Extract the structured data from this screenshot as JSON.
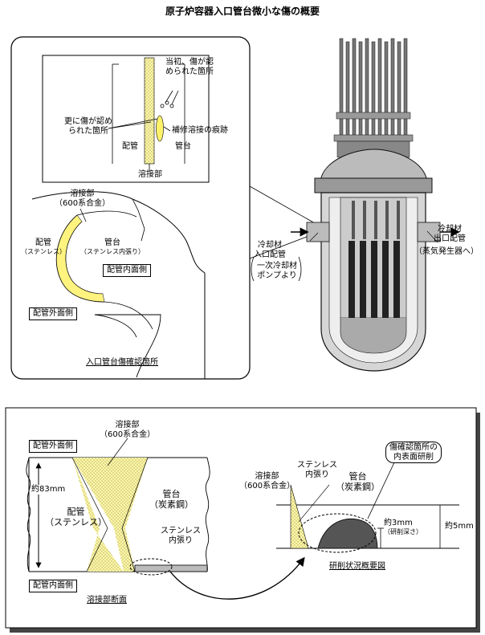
{
  "title": "原子炉容器入口管台微小な傷の概要",
  "top_panel": {
    "inset": {
      "first_crack_label": [
        "当初、傷が認",
        "められた箇所"
      ],
      "more_crack_label": [
        "更に傷が認め",
        "られた箇所"
      ],
      "repair_weld_label": "補修溶接の痕跡",
      "pipe_label": "配管",
      "nozzle_label": "管台",
      "weld_label": "溶接部"
    },
    "weld_label": [
      "溶接部",
      "（600系合金）"
    ],
    "pipe_label": [
      "配管",
      "（ステンレス）"
    ],
    "nozzle_label": [
      "管台",
      "（ステンレス内張り）"
    ],
    "pipe_inner_label": "配管内面側",
    "pipe_outer_label": "配管外面側",
    "caption": "入口管台傷確認箇所"
  },
  "vessel": {
    "inlet_label": [
      "冷却材",
      "入口配管"
    ],
    "inlet_sub": [
      "一次冷却材",
      "ポンプより"
    ],
    "outlet_label": [
      "冷却材",
      "出口配管"
    ],
    "outlet_sub": "（蒸気発生器へ）"
  },
  "bottom_panel": {
    "outer_side_label": "配管外面側",
    "inner_side_label": "配管内面側",
    "weld_label": [
      "溶接部",
      "（600系合金）"
    ],
    "thickness_label": "約83mm",
    "pipe_label": [
      "配管",
      "（ステンレス）"
    ],
    "nozzle_label": [
      "管台",
      "（炭素鋼）"
    ],
    "liner_label": [
      "ステンレス",
      "内張り"
    ],
    "caption_left": "溶接部断面",
    "callout_label": [
      "傷確認箇所の",
      "内表面研削"
    ],
    "detail_weld_label": [
      "溶接部",
      "（600系合金）"
    ],
    "detail_liner_label": [
      "ステンレス",
      "内張り"
    ],
    "detail_nozzle_label": [
      "管台",
      "（炭素鋼）"
    ],
    "grind_depth_label": [
      "約3mm",
      "（研削深さ）"
    ],
    "total_depth_label": "約5mm",
    "caption_right": "研削状況概要図"
  }
}
